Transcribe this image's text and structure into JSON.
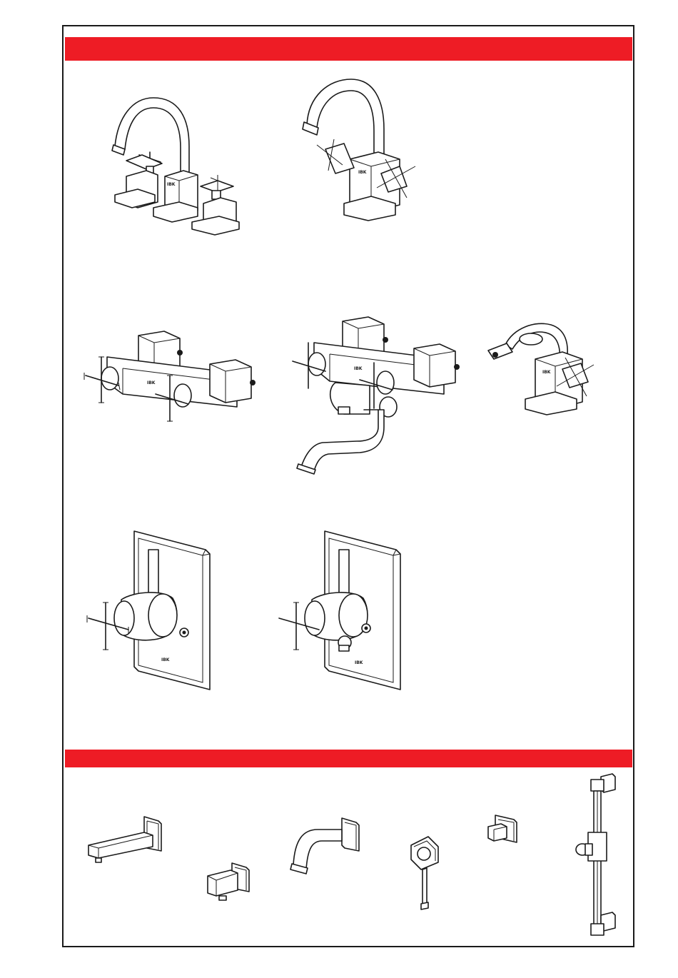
{
  "page": {
    "brand_mark": "IBK",
    "colors": {
      "accent": "#ee1c25",
      "line": "#1a1a1a",
      "background": "#ffffff"
    }
  },
  "sections": [
    {
      "band_color": "#ee1c25",
      "products": [
        {
          "id": "three-hole-basin-mixer",
          "icon": "three-hole-basin-mixer-icon"
        },
        {
          "id": "single-hole-basin-mixer",
          "icon": "single-hole-basin-mixer-icon"
        },
        {
          "id": "exposed-shower-mixer",
          "icon": "exposed-shower-mixer-icon"
        },
        {
          "id": "exposed-bath-shower-mixer",
          "icon": "exposed-bath-shower-mixer-icon"
        },
        {
          "id": "bidet-mixer",
          "icon": "bidet-mixer-icon"
        },
        {
          "id": "concealed-shower-mixer",
          "icon": "concealed-shower-mixer-icon"
        },
        {
          "id": "concealed-bath-shower-mixer",
          "icon": "concealed-bath-shower-mixer-icon"
        }
      ]
    },
    {
      "band_color": "#ee1c25",
      "products": [
        {
          "id": "square-wall-spout",
          "icon": "square-wall-spout-icon"
        },
        {
          "id": "wall-outlet-elbow",
          "icon": "wall-outlet-elbow-icon"
        },
        {
          "id": "curved-wall-spout",
          "icon": "curved-wall-spout-icon"
        },
        {
          "id": "hand-shower",
          "icon": "hand-shower-icon"
        },
        {
          "id": "shower-holder",
          "icon": "shower-holder-icon"
        },
        {
          "id": "slide-rail",
          "icon": "slide-rail-icon"
        }
      ]
    }
  ]
}
